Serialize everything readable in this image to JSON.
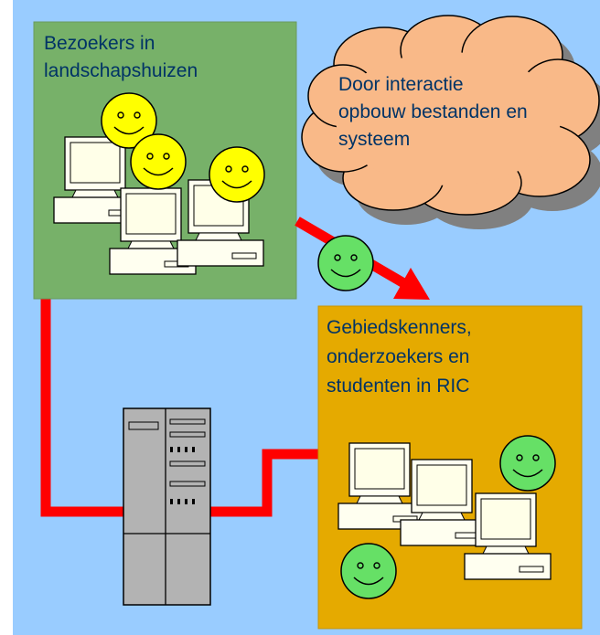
{
  "colors": {
    "background": "#99CCFF",
    "visitors_box": "#77B169",
    "experts_box": "#E5AA00",
    "cloud": "#F9B988",
    "connection_line": "#FF0000",
    "text": "#003366",
    "smiley_yellow": "#FFFF00",
    "smiley_green": "#66E066",
    "server": "#B3B3B3"
  },
  "icons": [
    "computer-icon",
    "server-icon",
    "smiley-icon",
    "cloud-shape",
    "arrow-icon"
  ],
  "visitors": {
    "lines": [
      "Bezoekers in",
      "landschapshuizen"
    ]
  },
  "cloud": {
    "lines": [
      "Door interactie",
      "opbouw bestanden en",
      "systeem"
    ]
  },
  "experts": {
    "lines": [
      "Gebiedskenners,",
      "onderzoekers en",
      "studenten in RIC"
    ]
  }
}
